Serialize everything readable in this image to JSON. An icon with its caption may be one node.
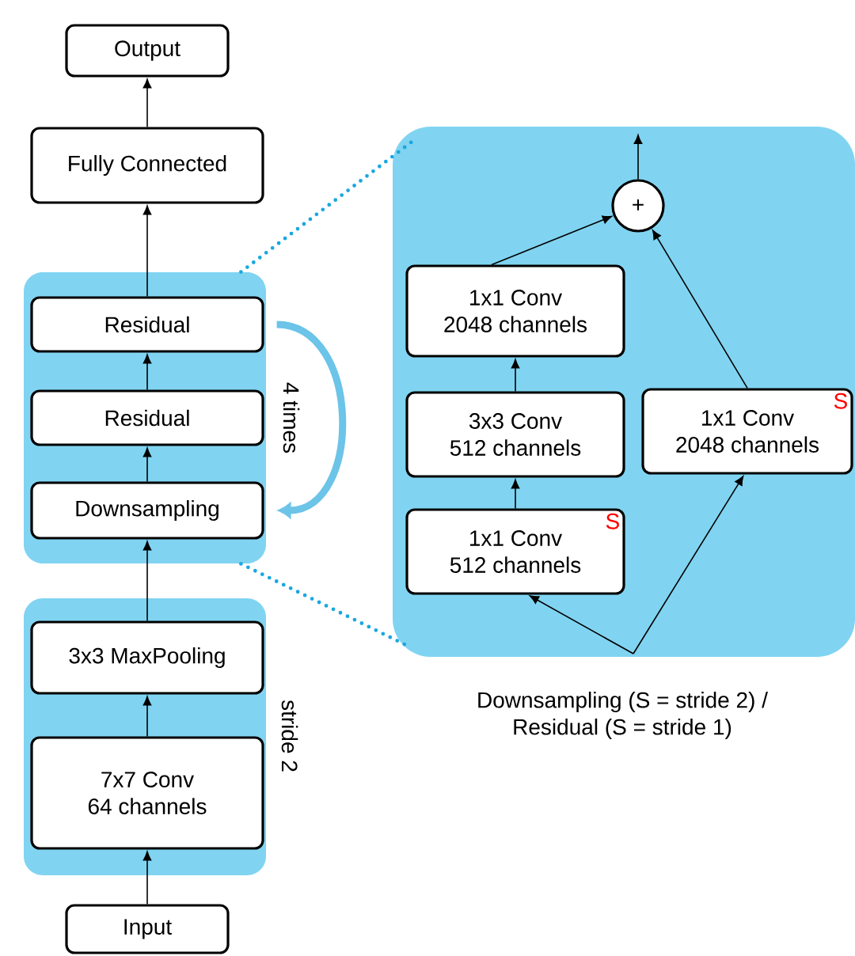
{
  "diagram": {
    "nodes": [
      {
        "text": [
          "Output"
        ]
      },
      {
        "text": [
          "Fully Connected"
        ]
      },
      {
        "text": [],
        "shape": "box"
      },
      {
        "text": [
          "Residual"
        ],
        "in": 2
      },
      {
        "text": [
          "Residual"
        ],
        "in": 2
      },
      {
        "text": [
          "Downsampling"
        ],
        "in": 2
      },
      {
        "text": [],
        "shape": "box",
        "beside": [
          "stride 2"
        ]
      },
      {
        "text": [
          "3x3 MaxPooling"
        ],
        "in": 6
      },
      {
        "text": [
          "7x7 Conv",
          "64 channels"
        ],
        "in": 6
      },
      {
        "text": [
          "Input"
        ]
      },
      {
        "text": [],
        "shape": "box",
        "beside": [
          "Downsampling (S = stride 2) / Residual (S = stride 1)"
        ]
      },
      {
        "text": [
          "+"
        ],
        "in": 10
      },
      {
        "text": [
          "1x1 Conv",
          "2048 channels"
        ],
        "in": 10
      },
      {
        "text": [
          "3x3 Conv",
          "512 channels"
        ],
        "in": 10
      },
      {
        "text": [
          "1x1 Conv",
          "512 channels",
          "S"
        ],
        "in": 10
      },
      {
        "text": [
          "1x1 Conv",
          "2048 channels",
          "S"
        ],
        "in": 10
      }
    ],
    "edges": [
      {
        "from": 9,
        "to": 8,
        "arrow": "to"
      },
      {
        "from": 8,
        "to": 7,
        "arrow": "to"
      },
      {
        "from": 7,
        "to": 5,
        "arrow": "to"
      },
      {
        "from": 5,
        "to": 4,
        "arrow": "to"
      },
      {
        "from": 4,
        "to": 3,
        "arrow": "to"
      },
      {
        "from": 3,
        "to": 1,
        "arrow": "to"
      },
      {
        "from": 1,
        "to": 0,
        "arrow": "to"
      },
      {
        "from": 3,
        "to": 5,
        "arrow": "to",
        "style": "thick",
        "color": "#6cc4e8",
        "label": "4 times"
      },
      {
        "from": 2,
        "to": 10,
        "arrow": "none",
        "style": "dashed",
        "color": "#1aa7e0"
      },
      {
        "from": 2,
        "to": 10,
        "arrow": "none",
        "style": "dashed",
        "color": "#1aa7e0"
      },
      {
        "from": null,
        "to": 14,
        "arrow": "to"
      },
      {
        "from": null,
        "to": 15,
        "arrow": "to"
      },
      {
        "from": 14,
        "to": 13,
        "arrow": "to"
      },
      {
        "from": 13,
        "to": 12,
        "arrow": "to"
      },
      {
        "from": 12,
        "to": 11,
        "arrow": "to"
      },
      {
        "from": 15,
        "to": 11,
        "arrow": "to"
      },
      {
        "from": 11,
        "to": null,
        "arrow": "to"
      }
    ]
  }
}
